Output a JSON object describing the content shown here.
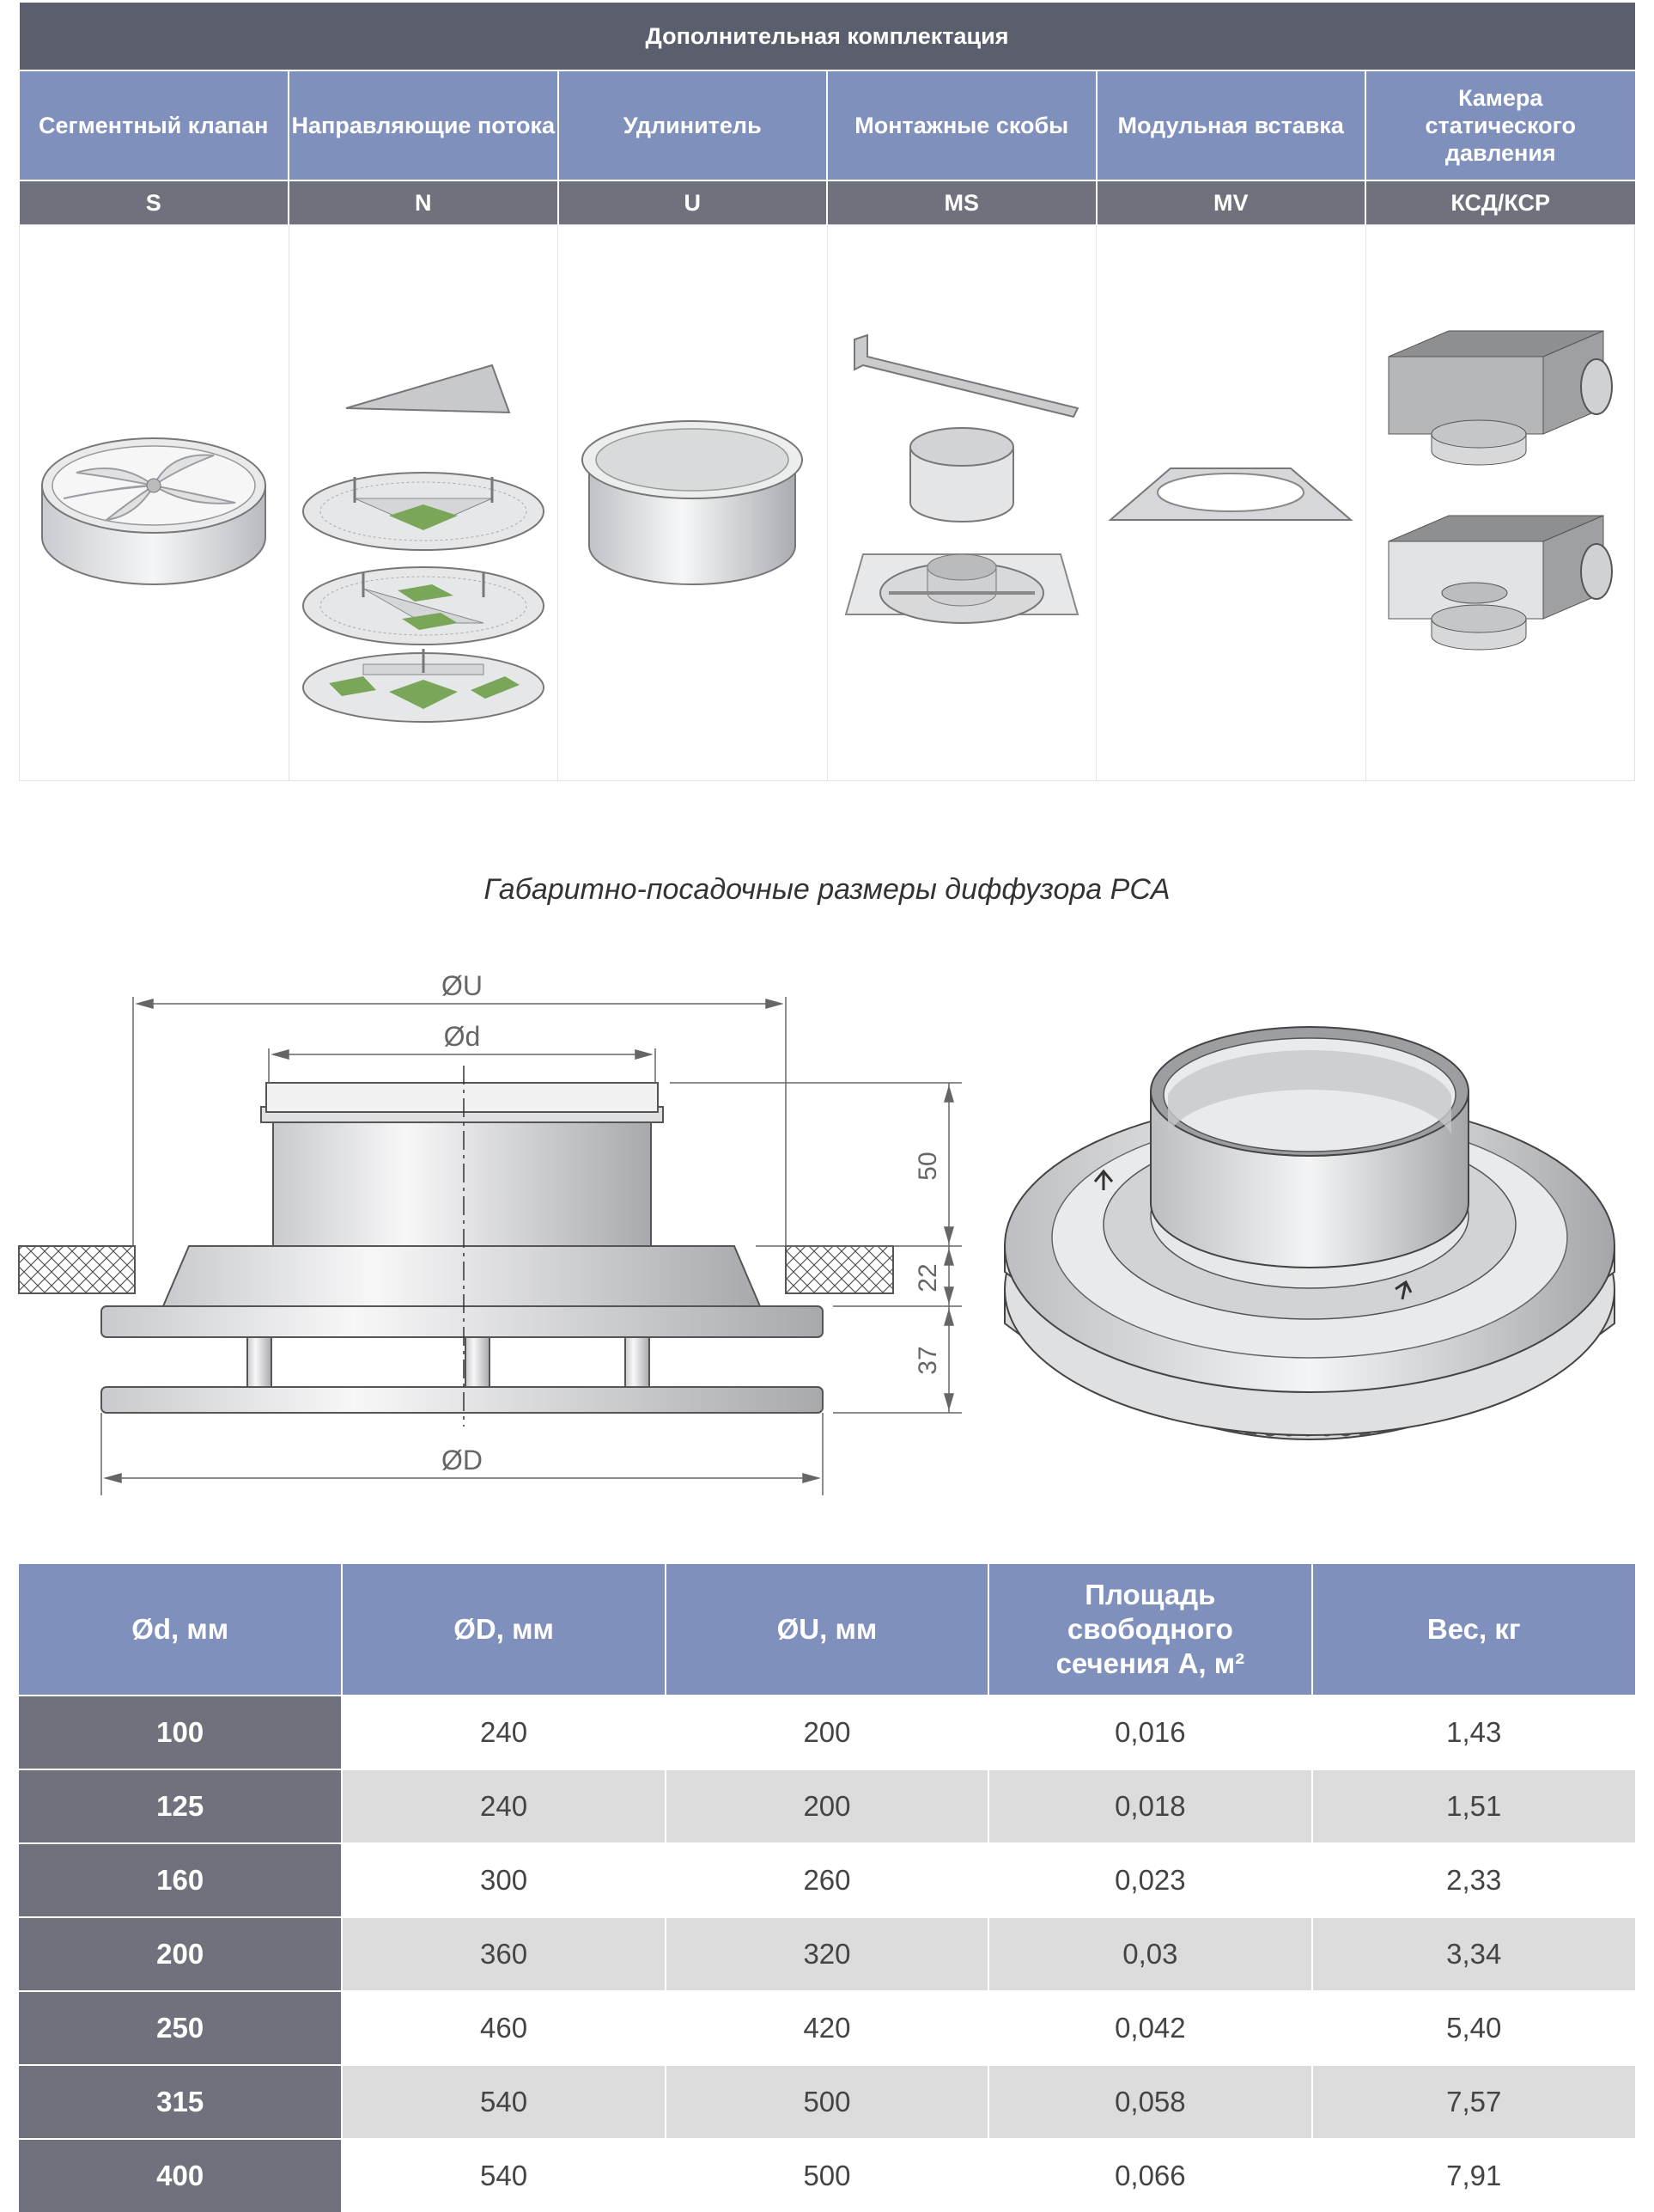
{
  "accessories": {
    "title": "Дополнительная комплектация",
    "items": [
      {
        "name": "Сегментный клапан",
        "code": "S",
        "icon": "segment-damper-icon"
      },
      {
        "name": "Направляющие потока",
        "code": "N",
        "icon": "flow-guides-icon"
      },
      {
        "name": "Удлинитель",
        "code": "U",
        "icon": "extension-icon"
      },
      {
        "name": "Монтажные скобы",
        "code": "MS",
        "icon": "mounting-brackets-icon"
      },
      {
        "name": "Модульная вставка",
        "code": "MV",
        "icon": "modular-insert-icon"
      },
      {
        "name": "Камера статического давления",
        "code": "КСД/КСР",
        "icon": "plenum-box-icon"
      }
    ]
  },
  "caption": "Габаритно-посадочные размеры диффузора PCA",
  "drawing": {
    "labels": {
      "U": "ØU",
      "d": "Ød",
      "D": "ØD"
    },
    "heights": [
      "50",
      "22",
      "37"
    ]
  },
  "table": {
    "headers": [
      "Ød, мм",
      "ØD, мм",
      "ØU, мм",
      "Площадь свободного сечения A, м²",
      "Вес, кг"
    ],
    "rows": [
      [
        "100",
        "240",
        "200",
        "0,016",
        "1,43"
      ],
      [
        "125",
        "240",
        "200",
        "0,018",
        "1,51"
      ],
      [
        "160",
        "300",
        "260",
        "0,023",
        "2,33"
      ],
      [
        "200",
        "360",
        "320",
        "0,03",
        "3,34"
      ],
      [
        "250",
        "460",
        "420",
        "0,042",
        "5,40"
      ],
      [
        "315",
        "540",
        "500",
        "0,058",
        "7,57"
      ],
      [
        "400",
        "540",
        "500",
        "0,066",
        "7,91"
      ]
    ]
  },
  "colors": {
    "header_dark": "#5b5e6c",
    "header_blue": "#8090bd",
    "code_gray": "#6f717d",
    "row_alt": "#dcdcdc",
    "green": "#7aa65a"
  }
}
